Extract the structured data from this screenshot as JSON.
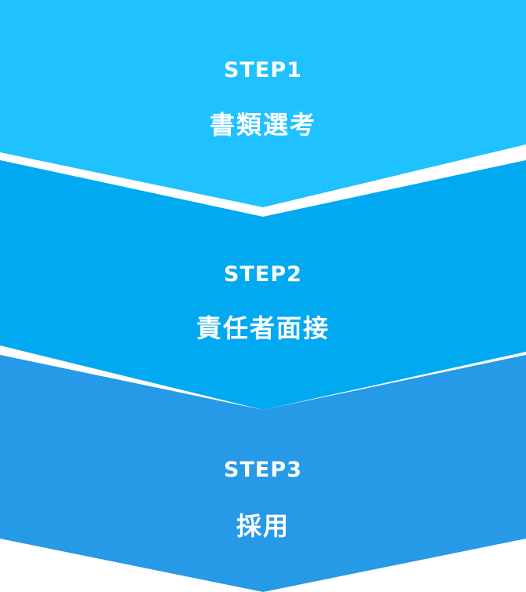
{
  "colors": {
    "step1": "#1fc1ff",
    "step2": "#00a9f0",
    "step3": "#2699e7"
  },
  "steps": [
    {
      "label": "STEP1",
      "title": "書類選考"
    },
    {
      "label": "STEP2",
      "title": "責任者面接"
    },
    {
      "label": "STEP3",
      "title": "採用"
    }
  ]
}
